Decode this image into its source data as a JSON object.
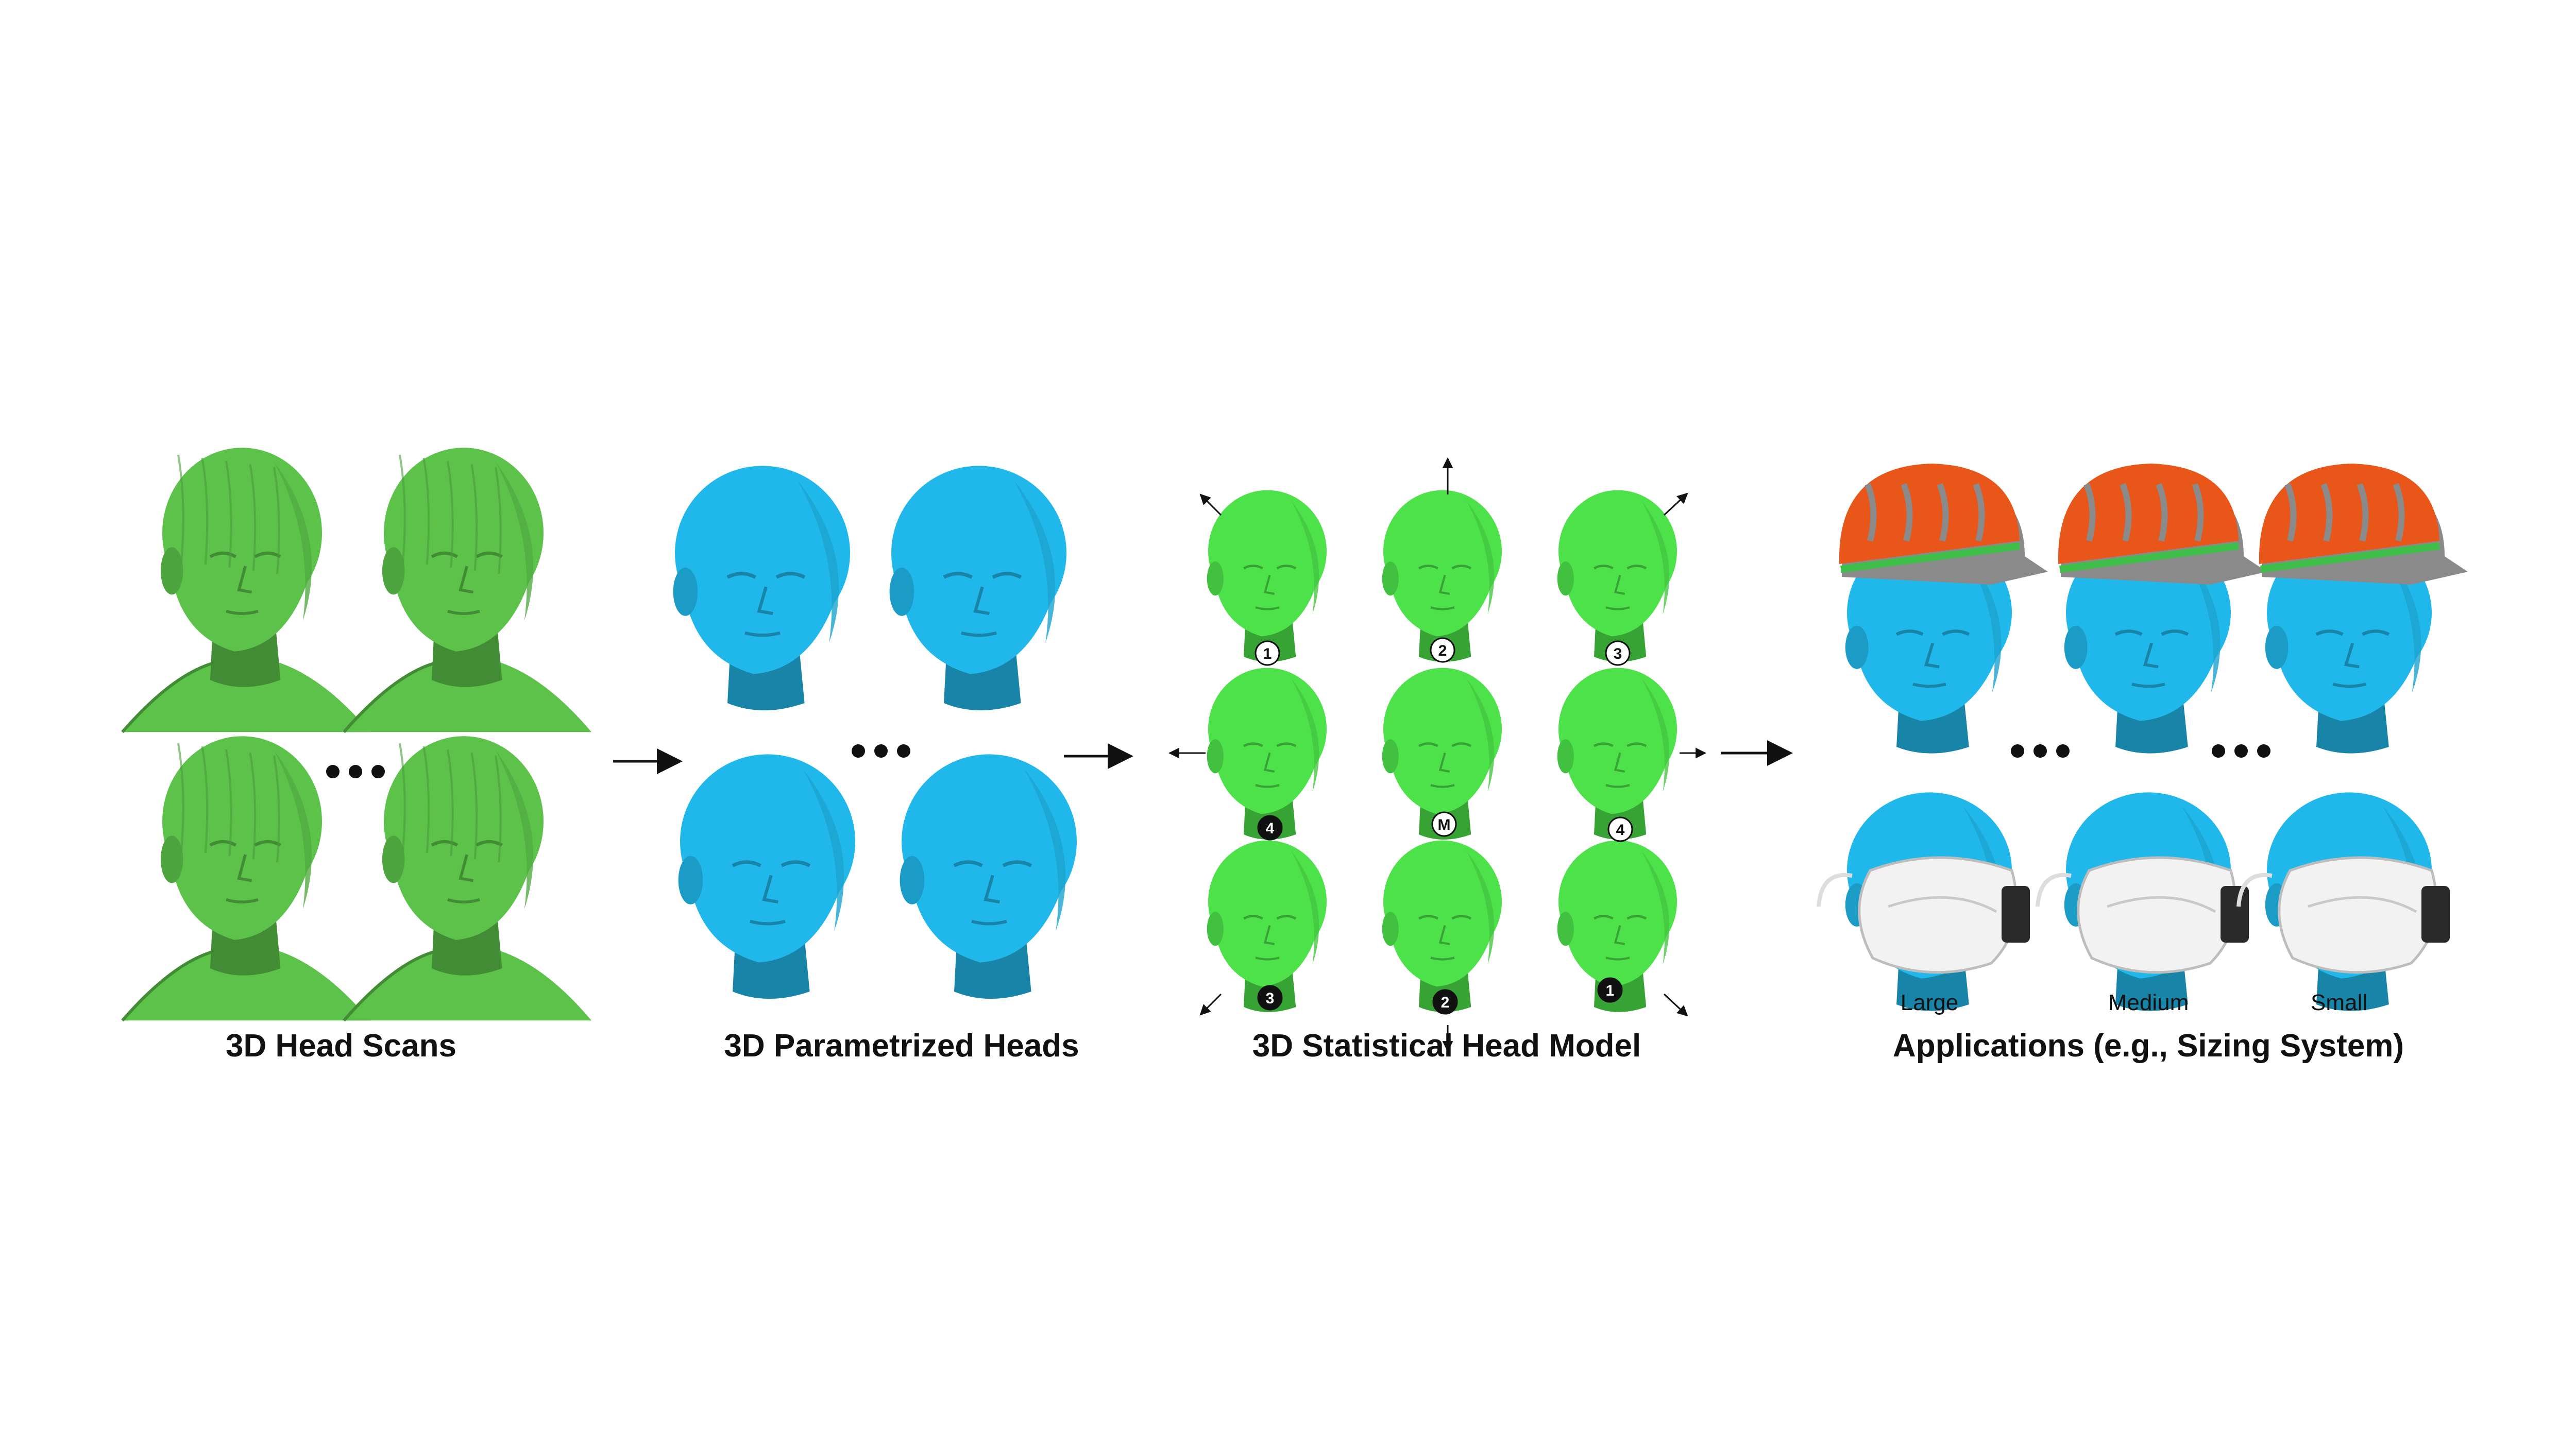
{
  "colors": {
    "scan_green": "#5cc24a",
    "model_green": "#4ee24a",
    "param_blue": "#20b8ea",
    "helmet_orange": "#e8561a",
    "helmet_gray": "#8a8a8a",
    "mask_white": "#f2f2f2",
    "ink": "#111111"
  },
  "stages": [
    {
      "caption": "3D Head Scans"
    },
    {
      "caption": "3D Parametrized Heads"
    },
    {
      "caption": "3D Statistical Head Model"
    },
    {
      "caption": "Applications (e.g., Sizing System)"
    }
  ],
  "variation_markers": [
    {
      "label": "1",
      "style": "outline"
    },
    {
      "label": "2",
      "style": "outline"
    },
    {
      "label": "3",
      "style": "outline"
    },
    {
      "label": "4",
      "style": "filled"
    },
    {
      "label": "M",
      "style": "outline"
    },
    {
      "label": "4",
      "style": "outline"
    },
    {
      "label": "3",
      "style": "filled"
    },
    {
      "label": "2",
      "style": "filled"
    },
    {
      "label": "1",
      "style": "filled"
    }
  ],
  "sizes": [
    {
      "label": "Large"
    },
    {
      "label": "Medium"
    },
    {
      "label": "Small"
    }
  ],
  "icons": {
    "flow_arrow": "right-arrow-icon",
    "ellipsis": "ellipsis-icon"
  }
}
